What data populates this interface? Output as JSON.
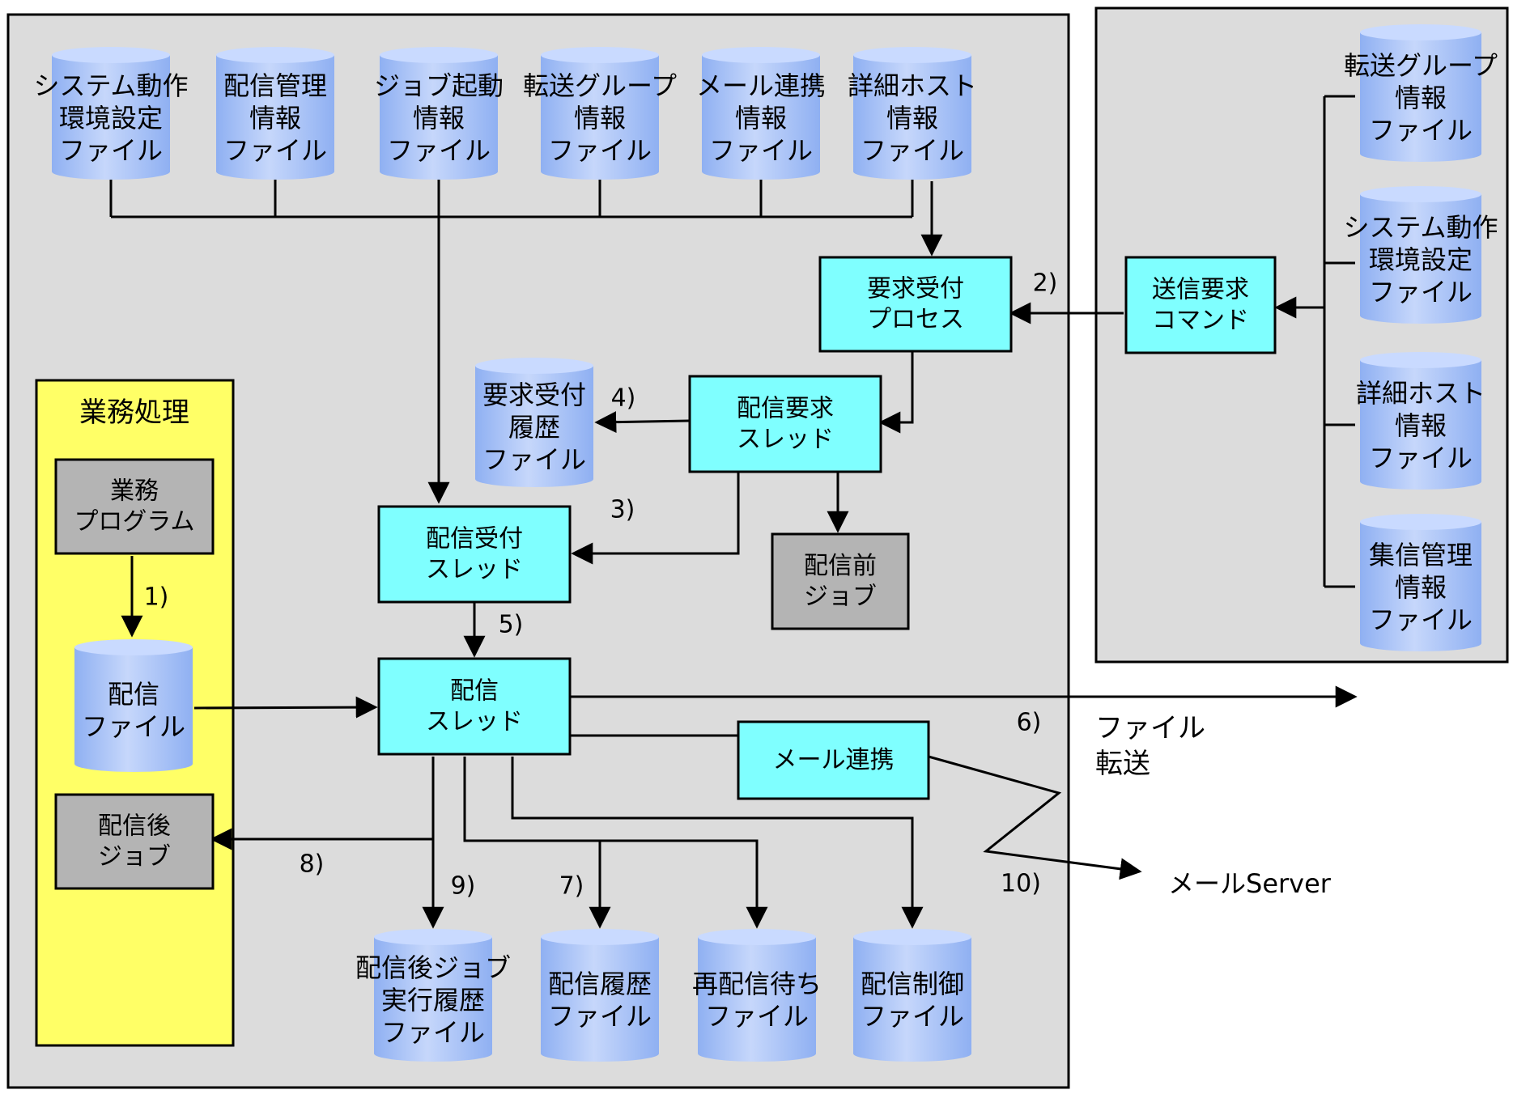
{
  "top_files": [
    [
      "システム動作",
      "環境設定",
      "ファイル"
    ],
    [
      "配信管理",
      "情報",
      "ファイル"
    ],
    [
      "ジョブ起動",
      "情報",
      "ファイル"
    ],
    [
      "転送グループ",
      "情報",
      "ファイル"
    ],
    [
      "メール連携",
      "情報",
      "ファイル"
    ],
    [
      "詳細ホスト",
      "情報",
      "ファイル"
    ]
  ],
  "right_files": [
    [
      "転送グループ",
      "情報",
      "ファイル"
    ],
    [
      "システム動作",
      "環境設定",
      "ファイル"
    ],
    [
      "詳細ホスト",
      "情報",
      "ファイル"
    ],
    [
      "集信管理",
      "情報",
      "ファイル"
    ]
  ],
  "bottom_files": [
    [
      "配信後ジョブ",
      "実行履歴",
      "ファイル"
    ],
    [
      "配信履歴",
      "ファイル"
    ],
    [
      "再配信待ち",
      "ファイル"
    ],
    [
      "配信制御",
      "ファイル"
    ]
  ],
  "history_file": [
    "要求受付",
    "履歴",
    "ファイル"
  ],
  "haishin_file": [
    "配信",
    "ファイル"
  ],
  "business": {
    "title": "業務処理",
    "program": [
      "業務",
      "プログラム"
    ],
    "post_job": [
      "配信後",
      "ジョブ"
    ]
  },
  "process": {
    "request_accept": [
      "要求受付",
      "プロセス"
    ],
    "request_thread": [
      "配信要求",
      "スレッド"
    ],
    "accept_thread": [
      "配信受付",
      "スレッド"
    ],
    "haishin_thread": [
      "配信",
      "スレッド"
    ],
    "send_command": [
      "送信要求",
      "コマンド"
    ],
    "mail_link": "メール連携",
    "pre_job": [
      "配信前",
      "ジョブ"
    ]
  },
  "steps": [
    "1)",
    "2)",
    "3)",
    "4)",
    "5)",
    "6)",
    "7)",
    "8)",
    "9)",
    "10)"
  ],
  "external": {
    "file_transfer": [
      "ファイル",
      "転送"
    ],
    "mail_server": "メールServer"
  },
  "colors": {
    "panel": "#dcdcdc",
    "business_panel": "#ffff66",
    "process_box": "#7fffff",
    "job_box": "#b4b4b4",
    "cylinder": "#a9c2f7"
  }
}
